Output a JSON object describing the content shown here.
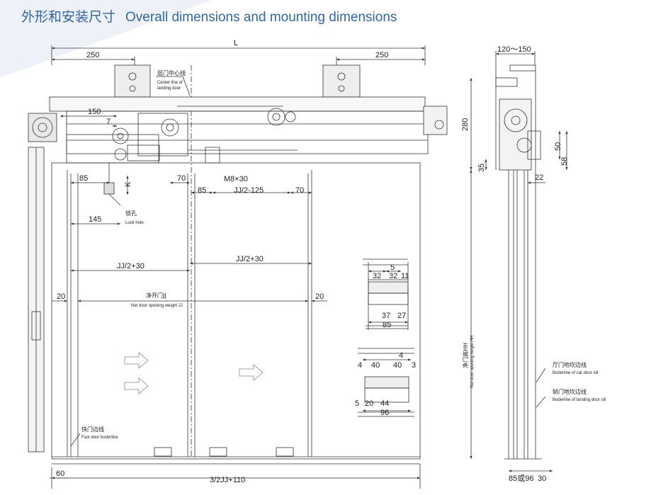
{
  "header": {
    "title_cn": "外形和安装尺寸",
    "title_en": "Overall dimensions and mounting dimensions",
    "accent_color": "#2f66ad"
  },
  "front_view": {
    "dim_L": "L",
    "dim_250_left": "250",
    "dim_250_right": "250",
    "dim_150": "150",
    "dim_7": "7",
    "dim_85_a": "85",
    "dim_K": "K",
    "dim_70_a": "70",
    "dim_m8": "M8×30",
    "dim_85_b": "85",
    "dim_jj2_125": "JJ/2-125",
    "dim_70_b": "70",
    "dim_145": "145",
    "dim_jj2_30_left": "JJ/2+30",
    "dim_jj2_30_right": "JJ/2+30",
    "dim_20_left": "20",
    "dim_20_right": "20",
    "net_opening_cn": "净开门JJ",
    "net_opening_en": "Net door opening weight JJ",
    "center_line_cn": "层门中心线",
    "center_line_en_1": "Center line of",
    "center_line_en_2": "landing door",
    "lock_hole_cn": "锁孔",
    "lock_hole_en": "Lock hole",
    "fast_door_cn": "快门边线",
    "fast_door_en": "Fast door boderline",
    "dim_60": "60",
    "dim_bottom": "3/2JJ+110"
  },
  "detail_top": {
    "dim_5": "5",
    "dim_32_a": "32",
    "dim_32_b": "32",
    "dim_11": "11",
    "dim_37": "37",
    "dim_27": "27",
    "dim_85": "85"
  },
  "detail_bottom": {
    "dim_4_top": "4",
    "dim_4_left": "4",
    "dim_40_a": "40",
    "dim_40_b": "40",
    "dim_3": "3",
    "dim_5": "5",
    "dim_20": "20",
    "dim_44": "44",
    "dim_96": "96"
  },
  "side_view": {
    "dim_120_150": "120～150",
    "dim_280": "280",
    "dim_50": "50",
    "dim_58": "58",
    "dim_35": "35",
    "dim_22": "22",
    "hh_cn": "净门高HH",
    "hh_en": "Net door opening height HH",
    "car_sill_cn": "厅门地坎边线",
    "car_sill_en": "Boderline of car door sill",
    "landing_sill_cn": "轿门地坎边线",
    "landing_sill_en": "Boderline of landing door sill",
    "dim_85_96": "85或96",
    "dim_30": "30"
  }
}
